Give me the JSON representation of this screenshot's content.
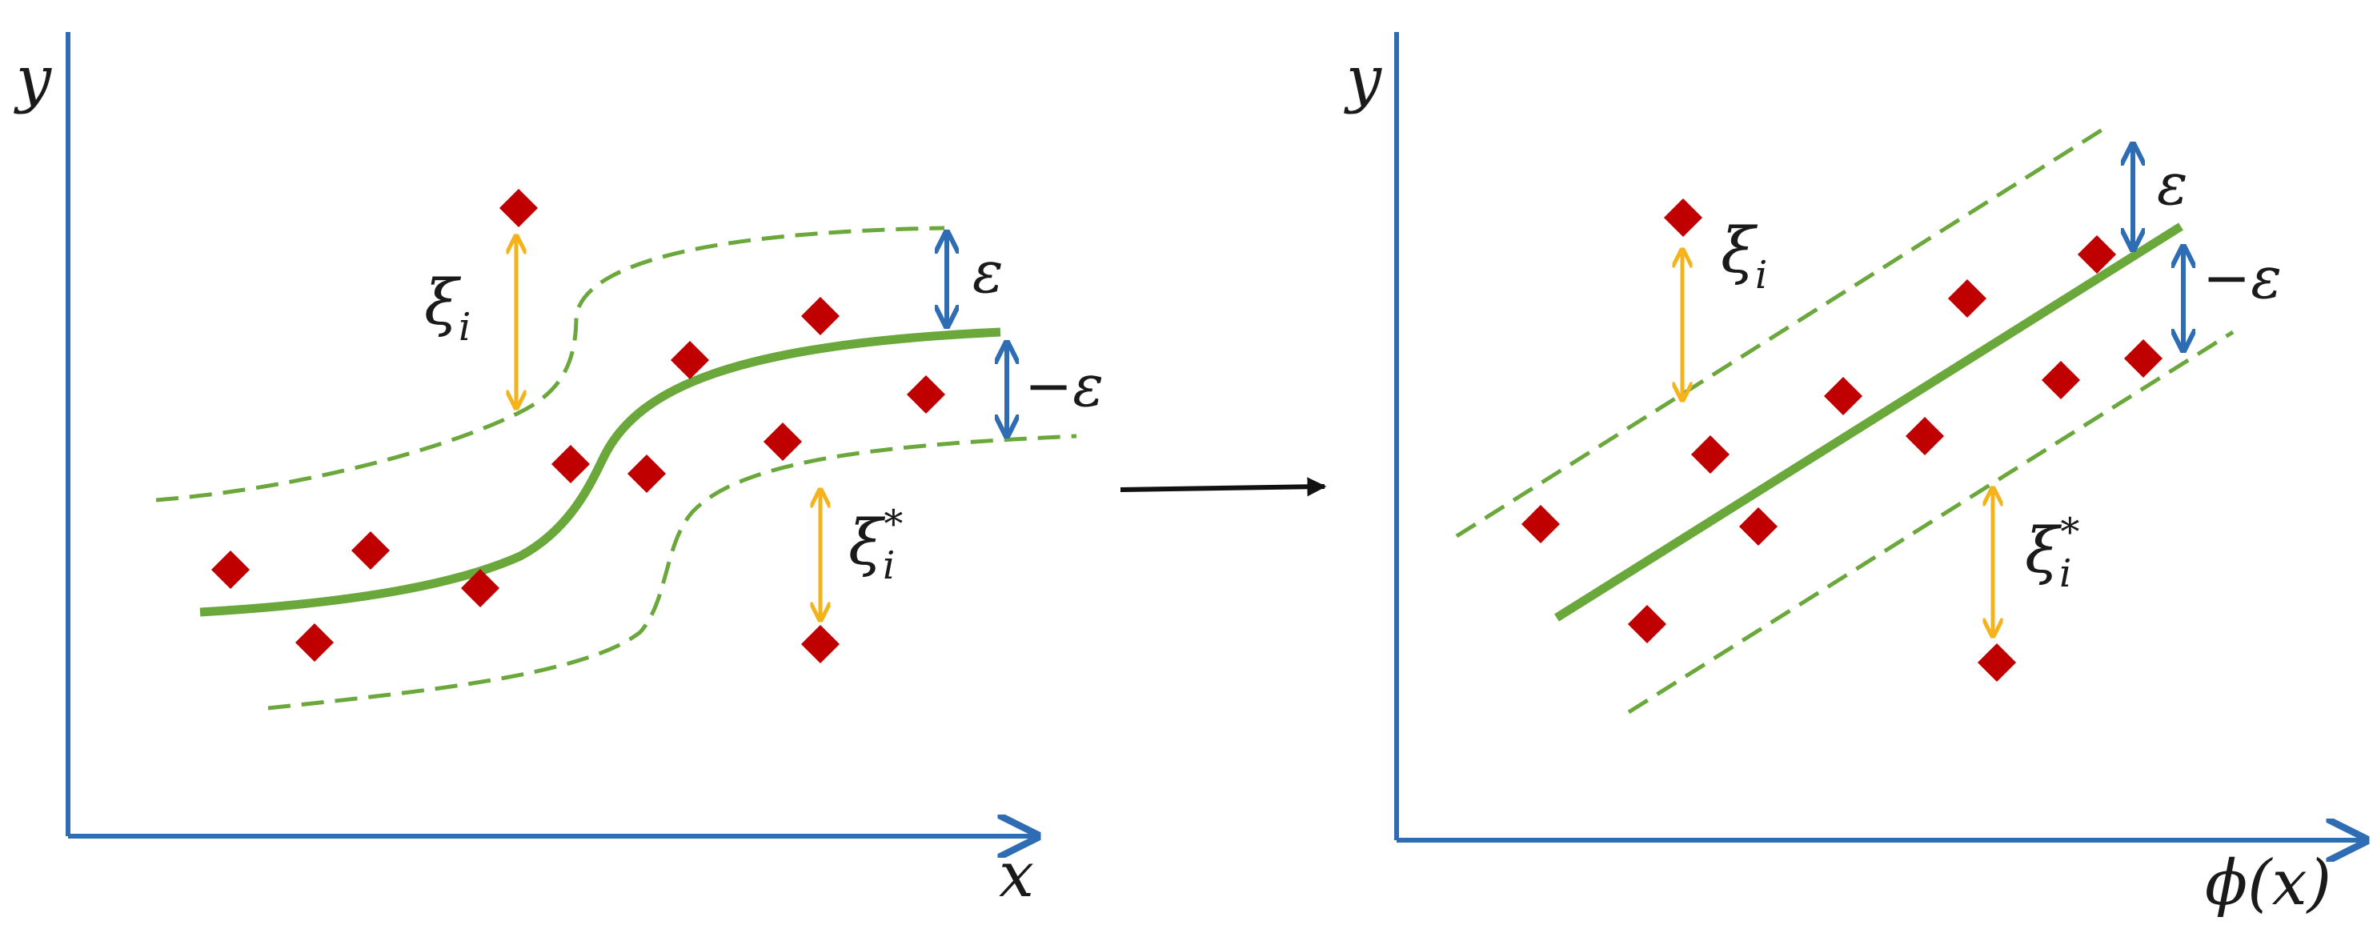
{
  "colors": {
    "axis": "#2e6db4",
    "curve": "#6aa83b",
    "margin": "#6aa83b",
    "point": "#c00000",
    "slack": "#f5b31b",
    "epsilon": "#2e6db4",
    "mapping_arrow": "#111111"
  },
  "left_panel": {
    "y_axis_label": "y",
    "x_axis_label": "x",
    "epsilon_upper_label": "ε",
    "epsilon_lower_label": "−ε",
    "slack_upper_label": "ξ",
    "slack_upper_sub": "i",
    "slack_lower_label": "ξ",
    "slack_lower_sub": "i",
    "slack_lower_sup": "*"
  },
  "right_panel": {
    "y_axis_label": "y",
    "x_axis_label": "ϕ(x)",
    "epsilon_upper_label": "ε",
    "epsilon_lower_label": "−ε",
    "slack_upper_label": "ξ",
    "slack_upper_sub": "i",
    "slack_lower_label": "ξ",
    "slack_lower_sub": "i",
    "slack_lower_sup": "*"
  }
}
